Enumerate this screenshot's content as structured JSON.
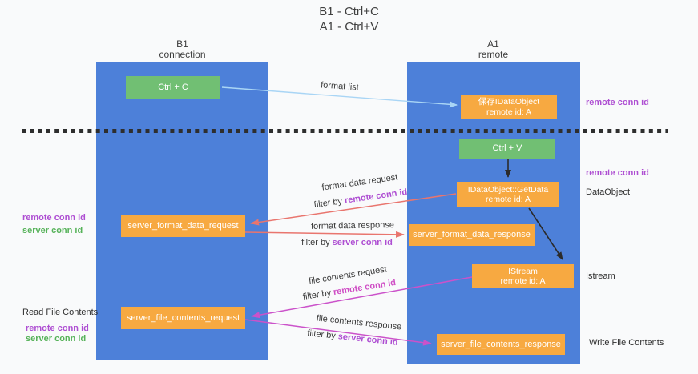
{
  "title": {
    "line1": "B1 - Ctrl+C",
    "line2": "A1 - Ctrl+V"
  },
  "columns": {
    "left": {
      "title": "B1",
      "subtitle": "connection"
    },
    "right": {
      "title": "A1",
      "subtitle": "remote"
    }
  },
  "nodes": {
    "ctrl_c": {
      "label": "Ctrl + C"
    },
    "save_idataobject": {
      "line1": "保存IDataObject",
      "line2": "remote id: A"
    },
    "ctrl_v": {
      "label": "Ctrl + V"
    },
    "getdata": {
      "line1": "IDataObject::GetData",
      "line2": "remote id: A"
    },
    "istream": {
      "line1": "IStream",
      "line2": "remote id: A"
    },
    "sfd_request": {
      "label": "server_format_data_request"
    },
    "sfd_response": {
      "label": "server_format_data_response"
    },
    "sfc_request": {
      "label": "server_file_contents_request"
    },
    "sfc_response": {
      "label": "server_file_contents_response"
    }
  },
  "left_labels": {
    "remote_conn_id_1": "remote conn id",
    "server_conn_id_1": "server conn id",
    "read_file_contents": "Read File Contents",
    "remote_conn_id_2": "remote conn id",
    "server_conn_id_2": "server conn id"
  },
  "right_labels": {
    "remote_conn_id_1": "remote conn id",
    "remote_conn_id_2": "remote conn id",
    "dataobject": "DataObject",
    "istream": "Istream",
    "write_file_contents": "Write File Contents"
  },
  "arrow_labels": {
    "format_list": "format list",
    "format_data_request": "format data request",
    "filter_by_1": "filter by ",
    "filter_remote_1": "remote conn id",
    "format_data_response": "format data response",
    "filter_by_2": "filter by ",
    "filter_server_2": "server conn id",
    "file_contents_request": "file contents request",
    "filter_by_3": "filter by ",
    "filter_remote_3": "remote conn id",
    "file_contents_response": "file contents response",
    "filter_by_4": "filter by ",
    "filter_server_4": "server conn id"
  },
  "colors": {
    "lifeline_blue": "#4d80d9",
    "box_green": "#71bf73",
    "box_orange": "#f7a941",
    "arrow_light_blue": "#a9d5f5",
    "arrow_salmon": "#e9756e",
    "arrow_magenta": "#cb52ca",
    "arrow_black": "#2b2b2b",
    "text_purple": "#ae4ed2",
    "text_green": "#56b259",
    "text_pink": "#cf4ec5"
  }
}
